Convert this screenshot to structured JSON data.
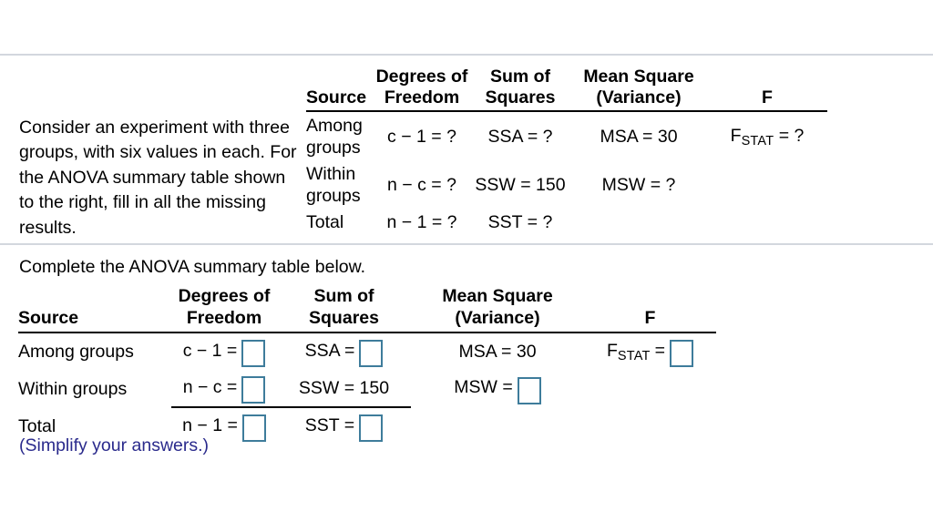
{
  "page": {
    "background_color": "#ffffff",
    "divider_color": "#d3d7de",
    "rule_color": "#000000",
    "input_border_color": "#3e7c9b",
    "note_color": "#2a2a8c"
  },
  "question": {
    "prompt": "Consider an experiment with three groups, with six values in each. For the ANOVA summary table shown to the right, fill in all the missing results."
  },
  "reference_table": {
    "headers": {
      "source": "Source",
      "df": "Degrees of\nFreedom",
      "ss": "Sum of\nSquares",
      "ms": "Mean Square\n(Variance)",
      "f": "F"
    },
    "rows": [
      {
        "source": "Among\ngroups",
        "df": "c − 1 = ?",
        "ss": "SSA = ?",
        "ms": "MSA = 30",
        "f_base": "F",
        "f_sub": "STAT",
        "f_tail": " = ?"
      },
      {
        "source": "Within\ngroups",
        "df": "n − c = ?",
        "ss": "SSW = 150",
        "ms": "MSW = ?",
        "f_base": "",
        "f_sub": "",
        "f_tail": ""
      },
      {
        "source": "Total",
        "df": "n − 1 = ?",
        "ss": "SST = ?",
        "ms": "",
        "f_base": "",
        "f_sub": "",
        "f_tail": ""
      }
    ]
  },
  "answer_section": {
    "instruction": "Complete the ANOVA summary table below.",
    "note": "(Simplify your answers.)",
    "headers": {
      "source": "Source",
      "df": "Degrees of\nFreedom",
      "ss": "Sum of\nSquares",
      "ms": "Mean Square\n(Variance)",
      "f": "F"
    },
    "rows": [
      {
        "source": "Among groups",
        "df_label": "c − 1 =",
        "df_value": "",
        "df_has_input": true,
        "ss_label": "SSA =",
        "ss_value": "",
        "ss_has_input": true,
        "ms_label": "MSA = 30",
        "ms_value": "",
        "ms_has_input": false,
        "f_base": "F",
        "f_sub": "STAT",
        "f_eq": "=",
        "f_value": "",
        "f_has_input": true
      },
      {
        "source": "Within groups",
        "df_label": "n − c =",
        "df_value": "",
        "df_has_input": true,
        "ss_label": "SSW = 150",
        "ss_value": "",
        "ss_has_input": false,
        "ms_label": "MSW =",
        "ms_value": "",
        "ms_has_input": true,
        "f_base": "",
        "f_sub": "",
        "f_eq": "",
        "f_value": "",
        "f_has_input": false
      },
      {
        "source": "Total",
        "df_label": "n − 1 =",
        "df_value": "",
        "df_has_input": true,
        "ss_label": "SST =",
        "ss_value": "",
        "ss_has_input": true,
        "ms_label": "",
        "ms_value": "",
        "ms_has_input": false,
        "f_base": "",
        "f_sub": "",
        "f_eq": "",
        "f_value": "",
        "f_has_input": false
      }
    ]
  }
}
